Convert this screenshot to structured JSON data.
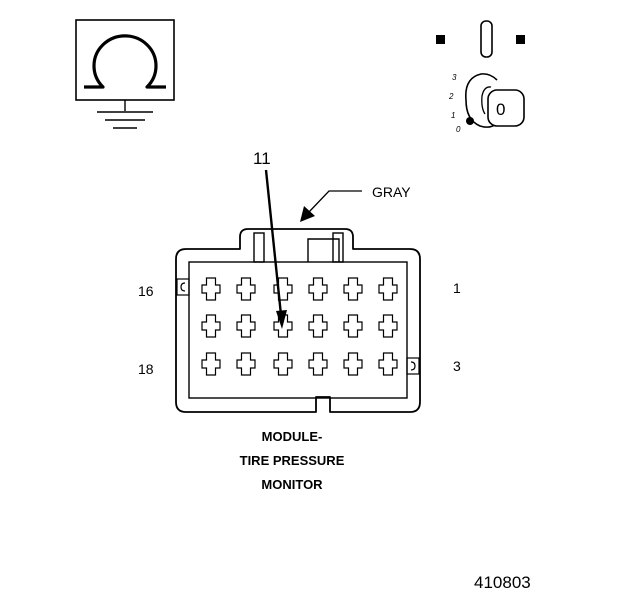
{
  "callouts": {
    "pin_callout": "11",
    "wire_color": "GRAY"
  },
  "pin_labels": {
    "top_left": "16",
    "top_right": "1",
    "bottom_left": "18",
    "bottom_right": "3"
  },
  "connector_caption": {
    "line1": "MODULE-",
    "line2": "TIRE PRESSURE",
    "line3": "MONITOR"
  },
  "ignition_key": {
    "positions": [
      "3",
      "2",
      "1",
      "0"
    ],
    "key_position": "0"
  },
  "symbols": {
    "ohmmeter": "ohm-icon",
    "ground": "ground-icon",
    "switch": "ignition-key-icon"
  },
  "figure_number": "410803"
}
